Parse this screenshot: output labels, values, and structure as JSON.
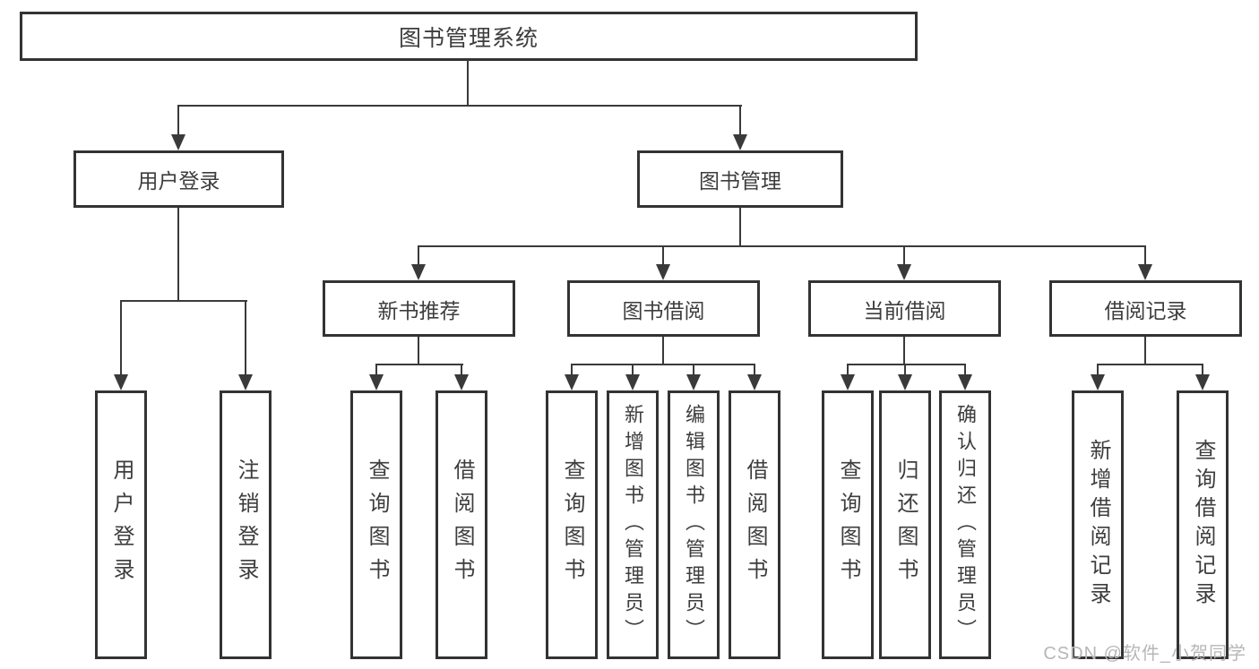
{
  "diagram": {
    "root": {
      "label": "图书管理系统"
    },
    "level2": [
      {
        "label": "用户登录"
      },
      {
        "label": "图书管理"
      }
    ],
    "level3": [
      {
        "label": "新书推荐"
      },
      {
        "label": "图书借阅"
      },
      {
        "label": "当前借阅"
      },
      {
        "label": "借阅记录"
      }
    ],
    "leaves": {
      "user_login": [
        {
          "label": "用户登录"
        },
        {
          "label": "注销登录"
        }
      ],
      "new_book_recommend": [
        {
          "label": "查询图书"
        },
        {
          "label": "借阅图书"
        }
      ],
      "book_borrow": [
        {
          "label": "查询图书"
        },
        {
          "label": "新增图书（管理员）"
        },
        {
          "label": "编辑图书（管理员）"
        },
        {
          "label": "借阅图书"
        }
      ],
      "current_borrow": [
        {
          "label": "查询图书"
        },
        {
          "label": "归还图书"
        },
        {
          "label": "确认归还（管理员）"
        }
      ],
      "borrow_records": [
        {
          "label": "新增借阅记录"
        },
        {
          "label": "查询借阅记录"
        }
      ]
    }
  },
  "watermark": {
    "text": "CSDN @软件_小贺同学"
  },
  "colors": {
    "line": "#3a3a3a",
    "box_border": "#333333",
    "text": "#3d3d3d",
    "watermark": "#b7b7b7",
    "background": "#ffffff"
  }
}
